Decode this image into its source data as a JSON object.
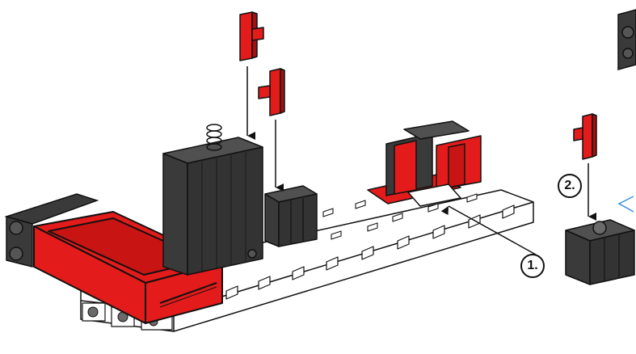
{
  "steps": [
    {
      "label": "1."
    },
    {
      "label": "2."
    }
  ],
  "colors": {
    "red": "#e31b1b",
    "dark": "#3a3a3a",
    "outline": "#111111",
    "blue": "#3b8fd9",
    "white": "#ffffff"
  },
  "icons": [
    "assembly-arrow",
    "callout-leader-line",
    "next-page-chevron"
  ]
}
